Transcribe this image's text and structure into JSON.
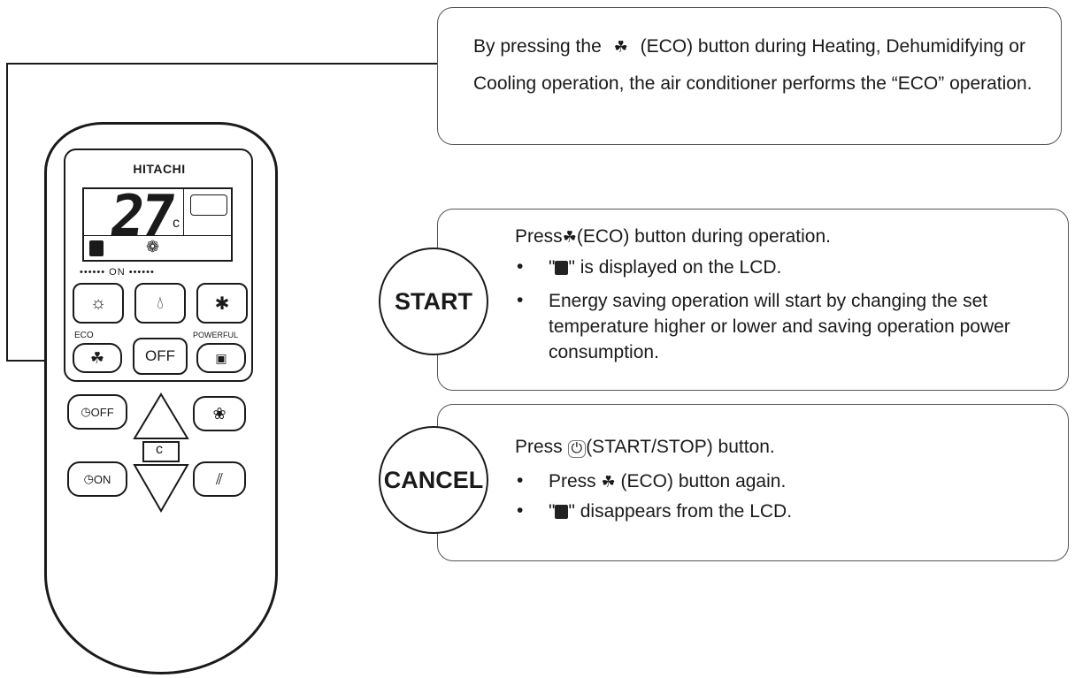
{
  "intro": {
    "text_before": "By pressing the",
    "icon": "eco-leaf-icon",
    "text_after": "(ECO) button during Heating, Dehumidifying or Cooling operation, the air conditioner performs the “ECO” operation."
  },
  "start": {
    "badge": "START",
    "heading_before": "Press",
    "heading_after": "(ECO) button during operation.",
    "bullet1_before": "\"",
    "bullet1_after": "\" is displayed on the LCD.",
    "bullet2": "Energy saving operation will start by changing the set temperature higher or lower and saving operation power consumption."
  },
  "cancel": {
    "badge": "CANCEL",
    "heading_before": "Press",
    "heading_after": "(START/STOP) button.",
    "bullet1_before": "Press",
    "bullet1_after": "(ECO) button again.",
    "bullet2_before": "\"",
    "bullet2_after": "\" disappears from the LCD."
  },
  "remote": {
    "brand": "HITACHI",
    "temperature": "27",
    "unit": "c",
    "on_label": "•••••• ON ••••••",
    "eco_label": "ECO",
    "off_label": "OFF",
    "powerful_label": "POWERFUL",
    "timer_off": "OFF",
    "timer_on": "ON",
    "temp_label": "c"
  },
  "icons": {
    "heat": "sun-icon",
    "dry": "drop-icon",
    "cool": "snow-icon",
    "fan": "fan-icon",
    "swing": "louver-icon"
  }
}
